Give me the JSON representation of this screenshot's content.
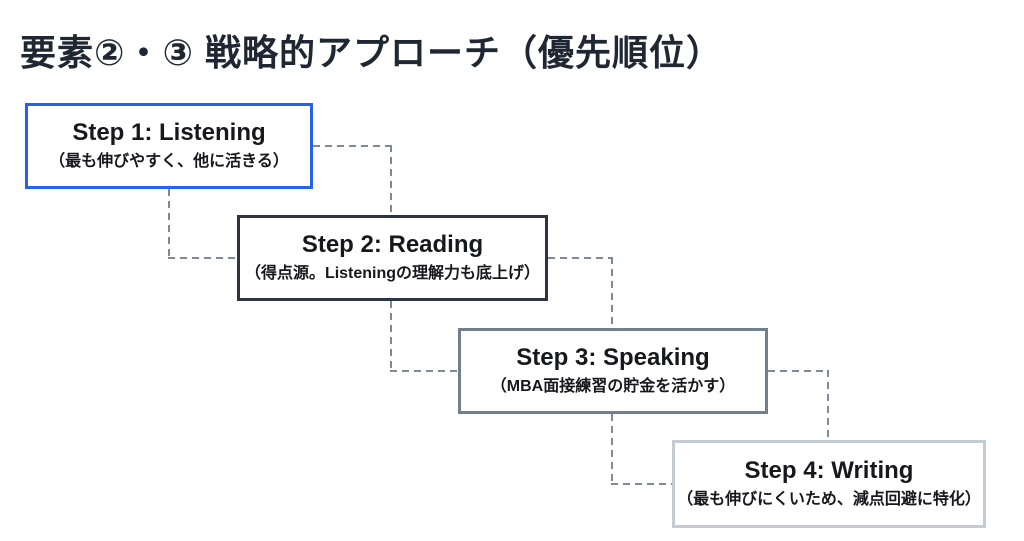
{
  "page_title": "要素②・③ 戦略的アプローチ（優先順位）",
  "diagram": {
    "type": "staircase-flow",
    "connector_style": "dashed-elbow",
    "colors": {
      "connector": "#7e8a99",
      "title_text": "#1f2733",
      "body_text": "#16181d",
      "background": "#ffffff"
    },
    "steps": [
      {
        "label": "Step 1: Listening",
        "note": "（最も伸びやすく、他に活きる）",
        "border_color": "#2563eb"
      },
      {
        "label": "Step 2: Reading",
        "note": "（得点源。Listeningの理解力も底上げ）",
        "border_color": "#2b3440"
      },
      {
        "label": "Step 3: Speaking",
        "note": "（MBA面接練習の貯金を活かす）",
        "border_color": "#71808f"
      },
      {
        "label": "Step 4: Writing",
        "note": "（最も伸びにくいため、減点回避に特化）",
        "border_color": "#c5cbd2"
      }
    ]
  }
}
